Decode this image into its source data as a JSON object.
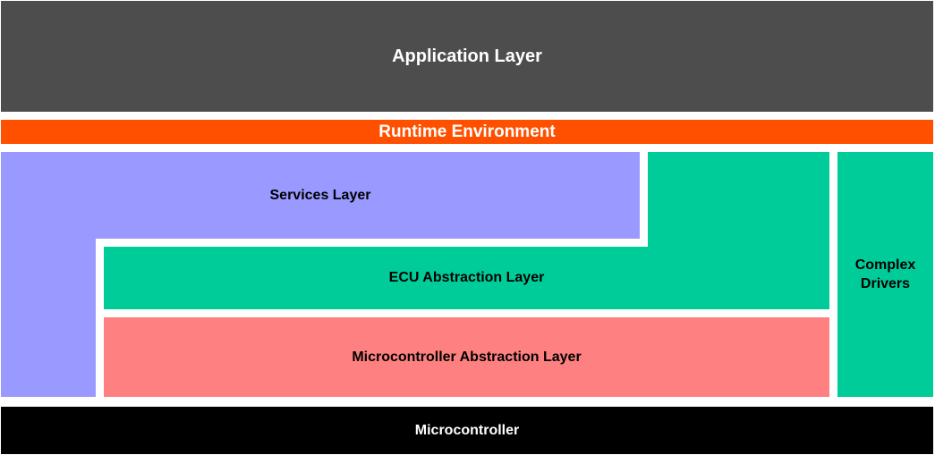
{
  "layers": {
    "application": {
      "label": "Application Layer",
      "color": "#4d4d4d"
    },
    "runtime_environment": {
      "label": "Runtime Environment",
      "color": "#ff5000"
    },
    "services": {
      "label": "Services Layer",
      "color": "#9999ff"
    },
    "ecu_abstraction": {
      "label": "ECU Abstraction Layer",
      "color": "#00cc99"
    },
    "microcontroller_abstraction": {
      "label": "Microcontroller Abstraction Layer",
      "color": "#ff8080"
    },
    "complex_drivers": {
      "label": "Complex\nDrivers",
      "color": "#00cc99"
    },
    "microcontroller": {
      "label": "Microcontroller",
      "color": "#000000"
    }
  }
}
